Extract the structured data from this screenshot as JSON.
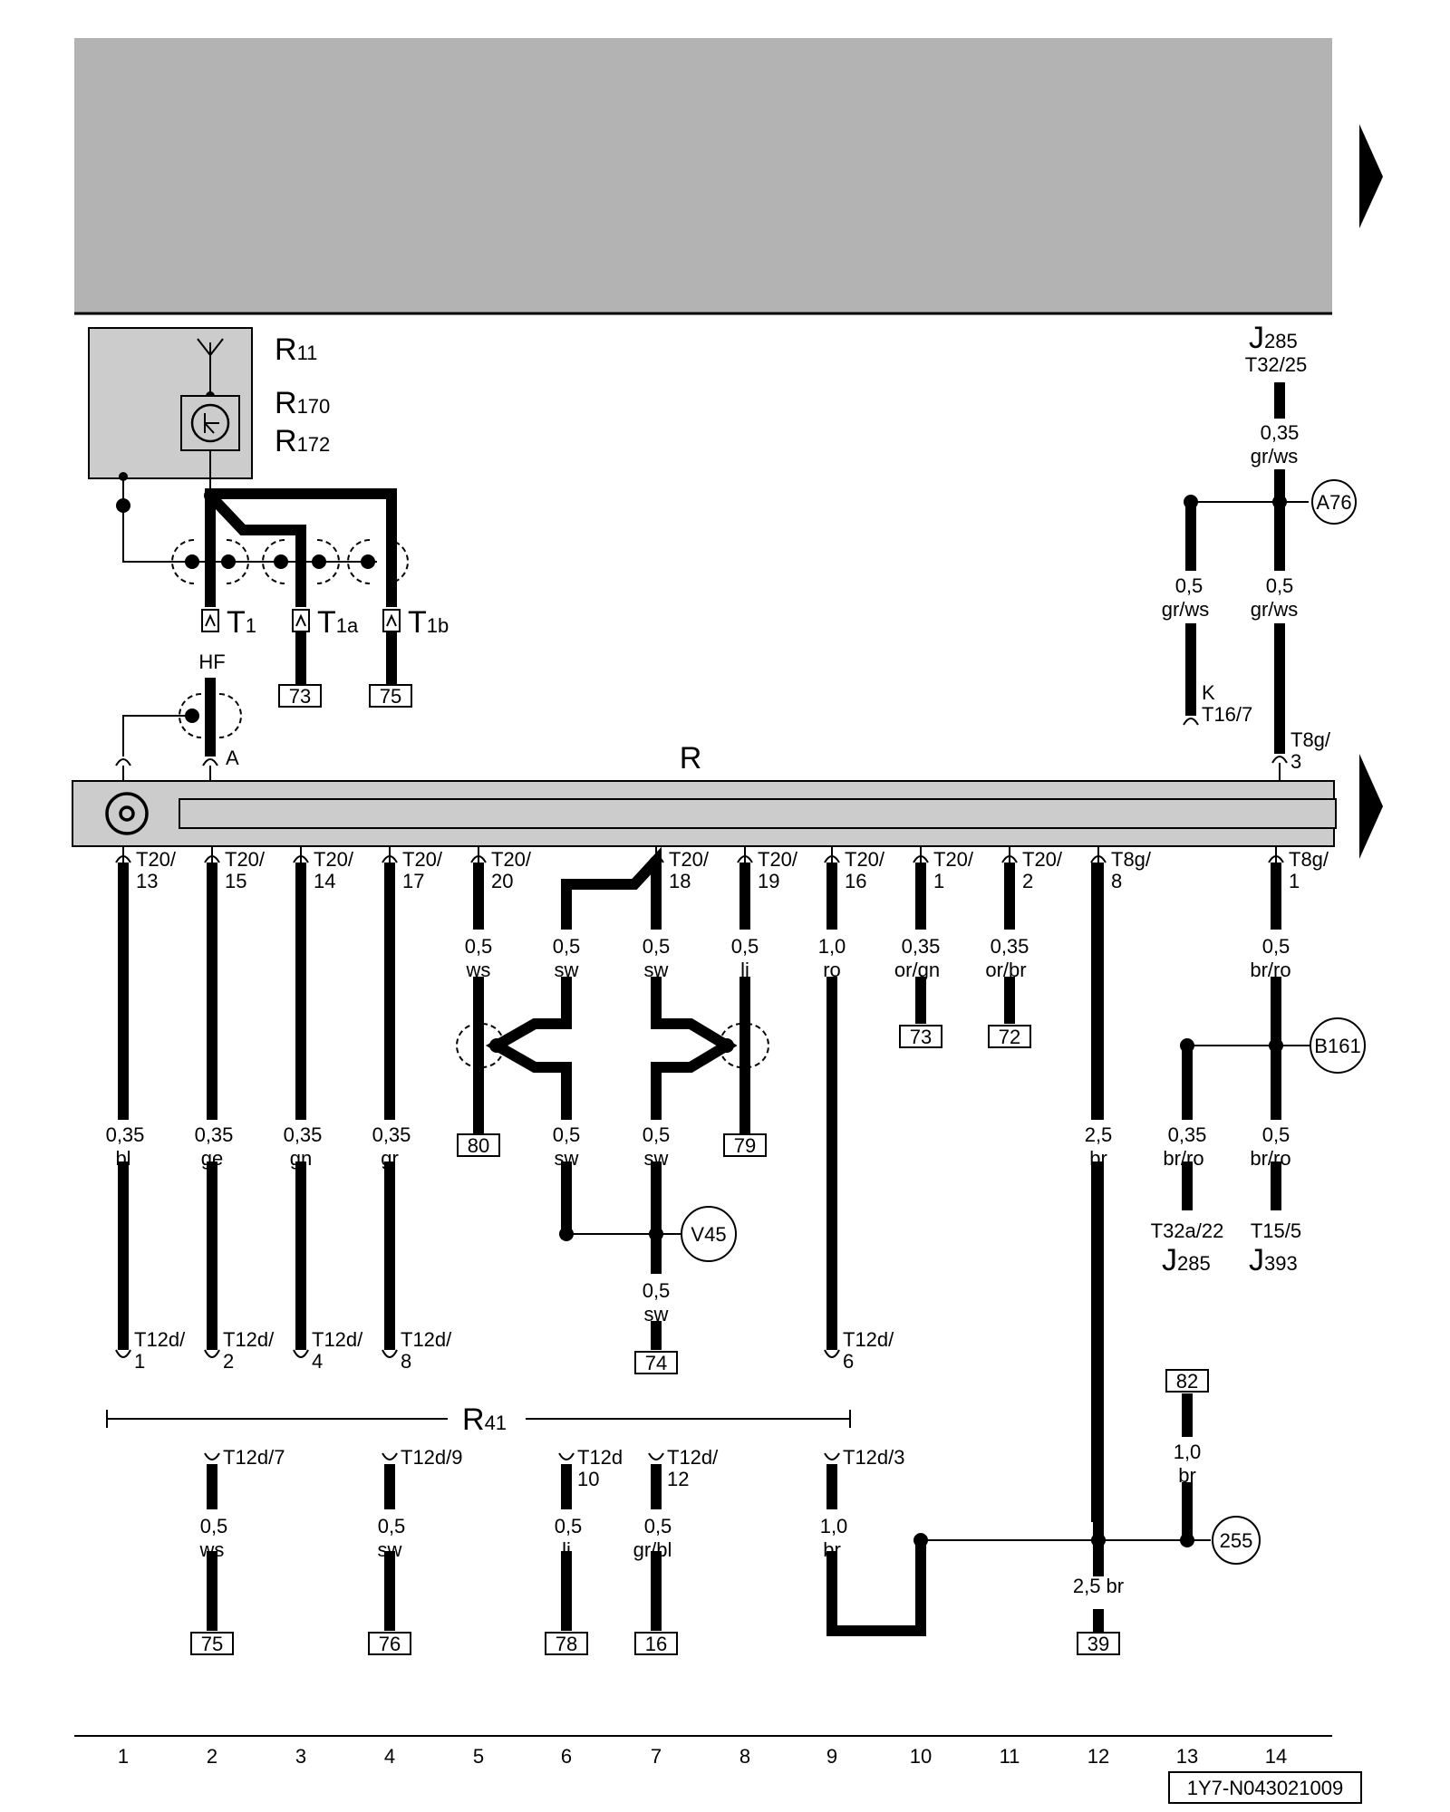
{
  "diagram": {
    "components": {
      "R11": {
        "main": "R",
        "sub": "11"
      },
      "R170": {
        "main": "R",
        "sub": "170"
      },
      "R172": {
        "main": "R",
        "sub": "172"
      },
      "R": "R",
      "R41": {
        "main": "R",
        "sub": "41"
      },
      "J285_top": {
        "main": "J",
        "sub": "285"
      },
      "J285_bottom": {
        "main": "J",
        "sub": "285"
      },
      "J393": {
        "main": "J",
        "sub": "393"
      }
    },
    "connectors": {
      "T1": {
        "main": "T",
        "sub": "1"
      },
      "T1a": {
        "main": "T",
        "sub": "1a"
      },
      "T1b": {
        "main": "T",
        "sub": "1b"
      },
      "HF": "HF",
      "A": "A",
      "T32_25": "T32/25",
      "T16_7_k": "K",
      "T16_7": "T16/7",
      "T8g_3_a": "T8g/",
      "T8g_3_b": "3",
      "T32a_22": "T32a/22",
      "T15_5": "T15/5"
    },
    "pins_top": [
      {
        "a": "T20/",
        "b": "13"
      },
      {
        "a": "T20/",
        "b": "15"
      },
      {
        "a": "T20/",
        "b": "14"
      },
      {
        "a": "T20/",
        "b": "17"
      },
      {
        "a": "T20/",
        "b": "20"
      },
      {
        "a": "T20/",
        "b": "18"
      },
      {
        "a": "T20/",
        "b": "19"
      },
      {
        "a": "T20/",
        "b": "16"
      },
      {
        "a": "T20/",
        "b": "1"
      },
      {
        "a": "T20/",
        "b": "2"
      },
      {
        "a": "T8g/",
        "b": "8"
      },
      {
        "a": "T8g/",
        "b": "1"
      }
    ],
    "pins_r41_top": [
      {
        "a": "T12d/",
        "b": "1"
      },
      {
        "a": "T12d/",
        "b": "2"
      },
      {
        "a": "T12d/",
        "b": "4"
      },
      {
        "a": "T12d/",
        "b": "8"
      },
      {
        "a": "T12d/",
        "b": "6"
      }
    ],
    "pins_r41_bottom": [
      {
        "a": "T12d/7",
        "b": ""
      },
      {
        "a": "T12d/9",
        "b": ""
      },
      {
        "a": "T12d",
        "b": "10"
      },
      {
        "a": "T12d/",
        "b": "12"
      },
      {
        "a": "T12d/3",
        "b": ""
      }
    ],
    "wires": {
      "w_j285_top": {
        "size": "0,35",
        "color": "gr/ws"
      },
      "w_a76_left": {
        "size": "0,5",
        "color": "gr/ws"
      },
      "w_a76_right": {
        "size": "0,5",
        "color": "gr/ws"
      },
      "w5": {
        "size": "0,5",
        "color": "ws"
      },
      "w6": {
        "size": "0,5",
        "color": "sw"
      },
      "w7": {
        "size": "0,5",
        "color": "sw"
      },
      "w8": {
        "size": "0,5",
        "color": "li"
      },
      "w9": {
        "size": "1,0",
        "color": "ro"
      },
      "w10": {
        "size": "0,35",
        "color": "or/gn"
      },
      "w11": {
        "size": "0,35",
        "color": "or/br"
      },
      "w14": {
        "size": "0,5",
        "color": "br/ro"
      },
      "w1": {
        "size": "0,35",
        "color": "bl"
      },
      "w2": {
        "size": "0,35",
        "color": "ge"
      },
      "w3": {
        "size": "0,35",
        "color": "gn"
      },
      "w4": {
        "size": "0,35",
        "color": "gr"
      },
      "w6b": {
        "size": "0,5",
        "color": "sw"
      },
      "w7b": {
        "size": "0,5",
        "color": "sw"
      },
      "w12": {
        "size": "2,5",
        "color": "br"
      },
      "w13b": {
        "size": "0,35",
        "color": "br/ro"
      },
      "w14b": {
        "size": "0,5",
        "color": "br/ro"
      },
      "w7c": {
        "size": "0,5",
        "color": "sw"
      },
      "w13c": {
        "size": "1,0",
        "color": "br"
      },
      "wb2": {
        "size": "0,5",
        "color": "ws"
      },
      "wb4": {
        "size": "0,5",
        "color": "sw"
      },
      "wb6": {
        "size": "0,5",
        "color": "li"
      },
      "wb7": {
        "size": "0,5",
        "color": "gr/bl"
      },
      "wb9": {
        "size": "1,0",
        "color": "br"
      },
      "wb12": {
        "size": "2,5 br",
        "color": ""
      }
    },
    "refs": {
      "r73a": "73",
      "r75a": "75",
      "r73b": "73",
      "r72": "72",
      "r80": "80",
      "r79": "79",
      "r74": "74",
      "r82": "82",
      "r75b": "75",
      "r76": "76",
      "r78": "78",
      "r16": "16",
      "r39": "39"
    },
    "circles": {
      "A76": "A76",
      "B161": "B161",
      "V45": "V45",
      "G255": "255"
    },
    "columns": [
      "1",
      "2",
      "3",
      "4",
      "5",
      "6",
      "7",
      "8",
      "9",
      "10",
      "11",
      "12",
      "13",
      "14"
    ],
    "doc_id": "1Y7-N043021009"
  },
  "colors": {
    "header_gray": "#b3b3b3",
    "ink": "#000000",
    "component_gray": "#cccccc"
  }
}
